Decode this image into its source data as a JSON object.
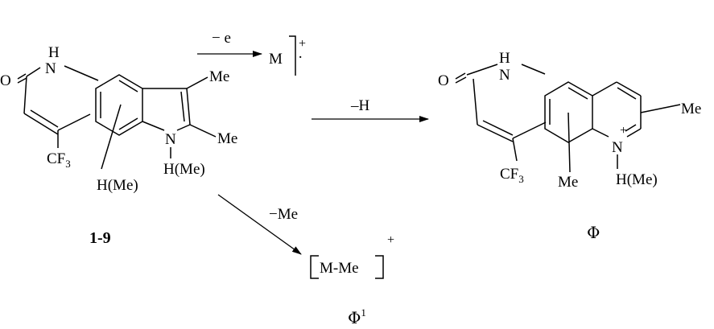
{
  "left_molecule": {
    "labels": {
      "o": "O",
      "nh_h": "H",
      "nh_n": "N",
      "cf3": "CF",
      "cf3_sub": "3",
      "me_top": "Me",
      "me_side": "Me",
      "ring_n": "N",
      "hme_left": "H(Me)",
      "hme_right": "H(Me)"
    },
    "compound_id": "1-9"
  },
  "ionization": {
    "reagent": "− e",
    "product": "M",
    "charge": "+",
    "radical_dot": "·"
  },
  "main_reaction": {
    "reagent": "–H"
  },
  "right_molecule": {
    "labels": {
      "o": "O",
      "nh_h": "H",
      "nh_n": "N",
      "cf3": "CF",
      "cf3_sub": "3",
      "me_lower": "Me",
      "me_right": "Me",
      "ring_n": "N",
      "charge": "+",
      "hme": "H(Me)"
    },
    "product_id": "Φ"
  },
  "methyl_loss": {
    "reagent": "−Me",
    "product": "M-Me",
    "charge": "+",
    "product_id": "Φ",
    "product_id_sup": "1"
  }
}
